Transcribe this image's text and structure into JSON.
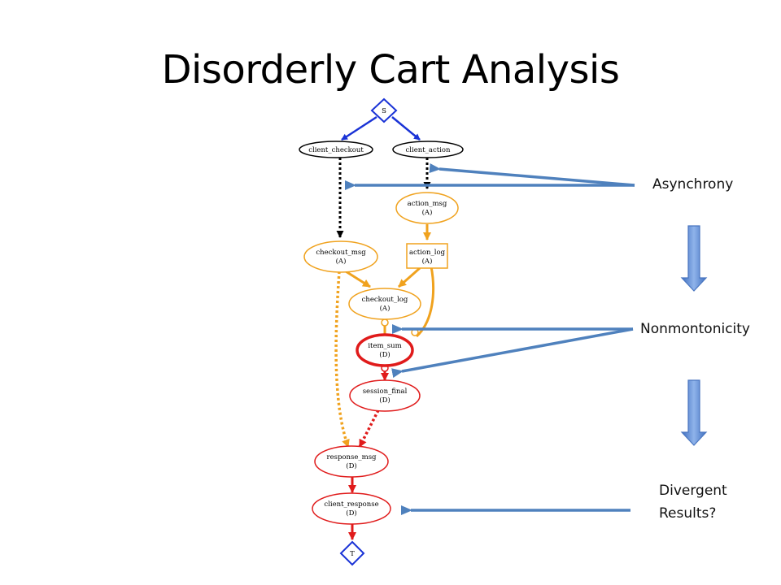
{
  "title": "Disorderly Cart Analysis",
  "annotations": {
    "asynchrony": "Asynchrony",
    "nonmonotonicity": "Nonmontonicity",
    "divergent_line1": "Divergent",
    "divergent_line2": "Results?"
  },
  "graph": {
    "start": "S",
    "end": "T",
    "client_checkout": "client_checkout",
    "client_action": "client_action",
    "action_msg": {
      "name": "action_msg",
      "tag": "(A)"
    },
    "checkout_msg": {
      "name": "checkout_msg",
      "tag": "(A)"
    },
    "action_log": {
      "name": "action_log",
      "tag": "(A)"
    },
    "checkout_log": {
      "name": "checkout_log",
      "tag": "(A)"
    },
    "item_sum": {
      "name": "item_sum",
      "tag": "(D)"
    },
    "session_final": {
      "name": "session_final",
      "tag": "(D)"
    },
    "response_msg": {
      "name": "response_msg",
      "tag": "(D)"
    },
    "client_response": {
      "name": "client_response",
      "tag": "(D)"
    }
  },
  "colors": {
    "blue": "#1a33d6",
    "orange": "#f0a21e",
    "red": "#e01b1b",
    "black": "#000000",
    "callout_arrow": "#4f81bd",
    "big_arrow": "#5b8ed6"
  }
}
